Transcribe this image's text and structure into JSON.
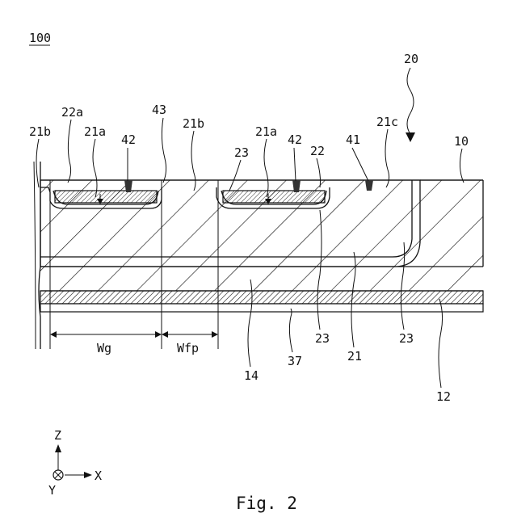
{
  "figure": {
    "caption": "Fig. 2",
    "device_ref": "100",
    "labels": {
      "l20": "20",
      "l22a": "22a",
      "l43": "43",
      "l21b_left": "21b",
      "l21a_left": "21a",
      "l42_left": "42",
      "l21b_mid": "21b",
      "l21c": "21c",
      "l10": "10",
      "l23_top": "23",
      "l21a_mid": "21a",
      "l42_mid": "42",
      "l22": "22",
      "l41": "41",
      "l23_a": "23",
      "l23_b": "23",
      "l21": "21",
      "l12": "12",
      "l14": "14",
      "l37": "37",
      "wg": "Wg",
      "wfp": "Wfp"
    },
    "axes": {
      "z": "Z",
      "x": "X",
      "y": "Y"
    }
  }
}
